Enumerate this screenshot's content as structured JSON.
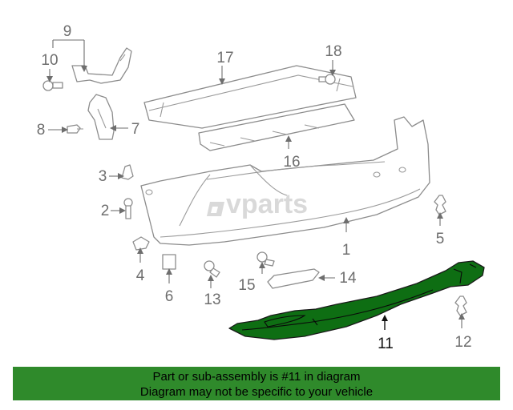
{
  "diagram": {
    "callouts": [
      "1",
      "2",
      "3",
      "4",
      "5",
      "6",
      "7",
      "8",
      "9",
      "10",
      "11",
      "12",
      "13",
      "14",
      "15",
      "16",
      "17",
      "18"
    ],
    "highlighted_part": "11",
    "watermark": "vparts",
    "colors": {
      "highlight_fill": "#0e6e13",
      "part_stroke": "#8c8c8c",
      "banner_bg": "#2f8a2b"
    }
  },
  "banner": {
    "line1": "Part or sub-assembly is #11 in diagram",
    "line2": "Diagram may not be specific to your vehicle"
  }
}
